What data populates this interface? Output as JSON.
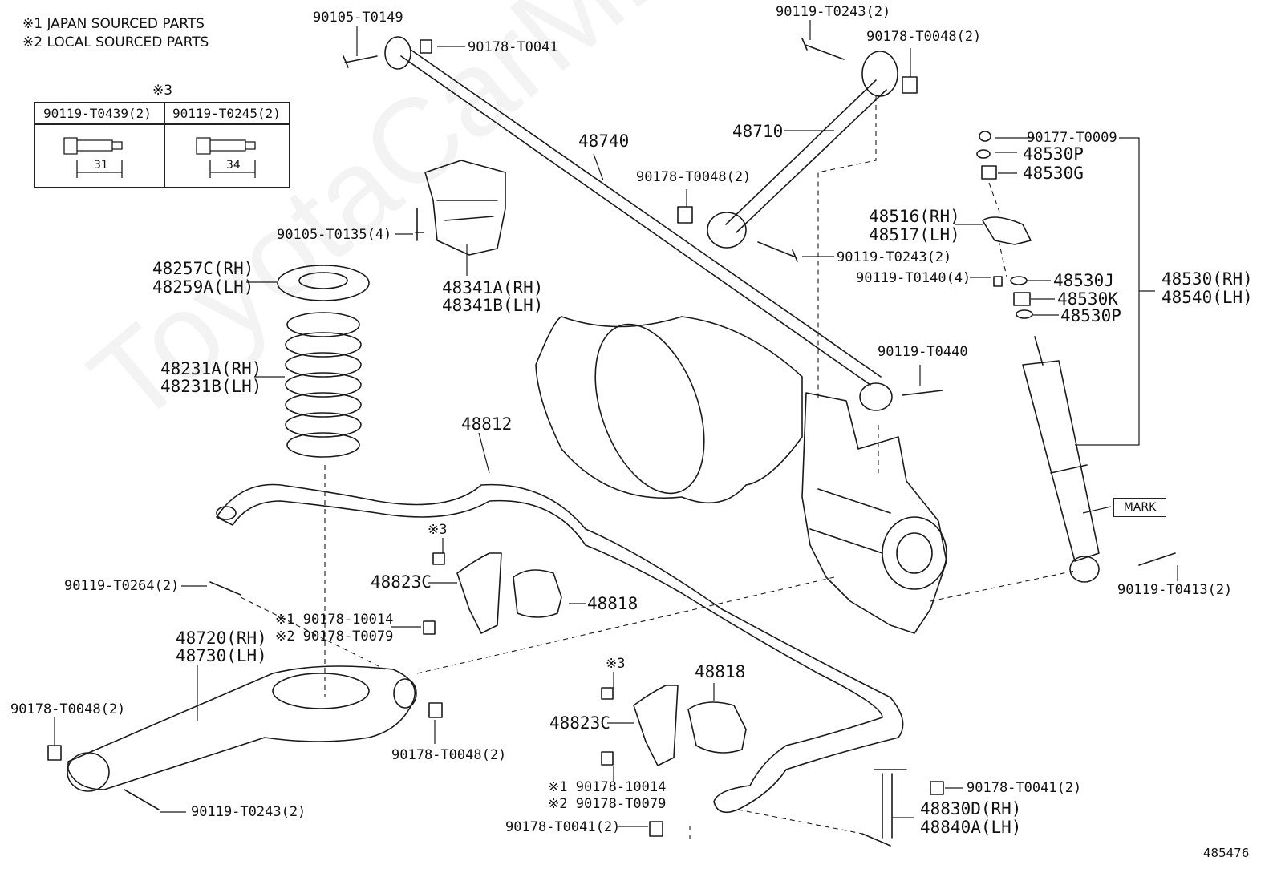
{
  "notes": {
    "japan": "※1 JAPAN SOURCED PARTS",
    "local": "※2 LOCAL SOURCED PARTS",
    "ref3": "※3"
  },
  "bolt_table": {
    "left_header": "90119-T0439(2)",
    "right_header": "90119-T0245(2)",
    "left_dim": "31",
    "right_dim": "34"
  },
  "labels": {
    "p_90105_T0149": "90105-T0149",
    "p_90178_T0041_top": "90178-T0041",
    "p_90119_T0243_top": "90119-T0243(2)",
    "p_90178_T0048_top": "90178-T0048(2)",
    "p_48710": "48710",
    "p_48740": "48740",
    "p_90178_T0048_mid": "90178-T0048(2)",
    "p_90105_T0135": "90105-T0135(4)",
    "p_48257C": "48257C(RH)",
    "p_48259A": "48259A(LH)",
    "p_48341A": "48341A(RH)",
    "p_48341B": "48341B(LH)",
    "p_90119_T0243_mid": "90119-T0243(2)",
    "p_90177_T0009": "90177-T0009",
    "p_48530P_top": "48530P",
    "p_48530G": "48530G",
    "p_48516": "48516(RH)",
    "p_48517": "48517(LH)",
    "p_90119_T0140": "90119-T0140(4)",
    "p_48530J": "48530J",
    "p_48530K": "48530K",
    "p_48530P_bot": "48530P",
    "p_48530RH": "48530(RH)",
    "p_48540LH": "48540(LH)",
    "p_48231A": "48231A(RH)",
    "p_48231B": "48231B(LH)",
    "p_90119_T0440": "90119-T0440",
    "p_48812": "48812",
    "mark": "MARK",
    "p_ref3_a": "※3",
    "p_48823C_a": "48823C",
    "p_48818_a": "48818",
    "p_90119_T0264": "90119-T0264(2)",
    "p_90178_10014_a": "※1 90178-10014",
    "p_90178_T0079_a": "※2 90178-T0079",
    "p_90119_T0413": "90119-T0413(2)",
    "p_48720": "48720(RH)",
    "p_48730": "48730(LH)",
    "p_90178_T0048_left": "90178-T0048(2)",
    "p_90178_T0048_low": "90178-T0048(2)",
    "p_ref3_b": "※3",
    "p_48818_b": "48818",
    "p_48823C_b": "48823C",
    "p_90178_10014_b": "※1 90178-10014",
    "p_90178_T0079_b": "※2 90178-T0079",
    "p_90119_T0243_bot": "90119-T0243(2)",
    "p_90178_T0041_bot": "90178-T0041(2)",
    "p_90178_T0041_right": "90178-T0041(2)",
    "p_48830D": "48830D(RH)",
    "p_48840A": "48840A(LH)",
    "figure_id": "485476"
  },
  "watermark": "ToyotaCarMine.ru"
}
